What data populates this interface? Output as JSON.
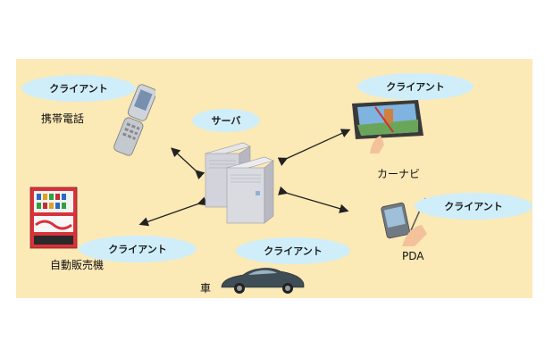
{
  "center": {
    "bubble": "サーバ"
  },
  "clients": {
    "phone": {
      "bubble": "クライアント",
      "caption": "携帯電話"
    },
    "carnavi": {
      "bubble": "クライアント",
      "caption": "カーナビ"
    },
    "vending": {
      "bubble": "クライアント",
      "caption": "自動販売機"
    },
    "car": {
      "bubble": "クライアント",
      "caption": "車"
    },
    "pda": {
      "bubble": "クライアント",
      "caption": "PDA"
    }
  },
  "colors": {
    "background": "#fbe9b6",
    "bubble": "#cfeef9",
    "arrow": "#222222"
  }
}
